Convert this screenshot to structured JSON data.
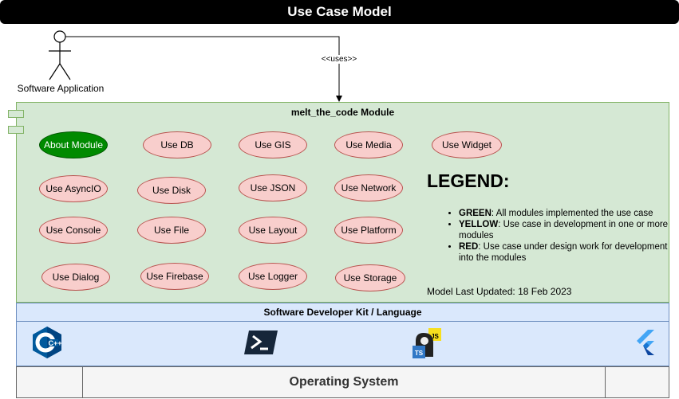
{
  "title": "Use Case Model",
  "actor": {
    "label": "Software Application"
  },
  "relation": {
    "label": "<<uses>>"
  },
  "module": {
    "title": "melt_the_code Module",
    "use_cases": [
      {
        "label": "About Module",
        "status": "green"
      },
      {
        "label": "Use DB",
        "status": "red"
      },
      {
        "label": "Use GIS",
        "status": "red"
      },
      {
        "label": "Use Media",
        "status": "red"
      },
      {
        "label": "Use Widget",
        "status": "red"
      },
      {
        "label": "Use AsyncIO",
        "status": "red"
      },
      {
        "label": "Use Disk",
        "status": "red"
      },
      {
        "label": "Use JSON",
        "status": "red"
      },
      {
        "label": "Use Network",
        "status": "red"
      },
      {
        "label": "Use Console",
        "status": "red"
      },
      {
        "label": "Use File",
        "status": "red"
      },
      {
        "label": "Use Layout",
        "status": "red"
      },
      {
        "label": "Use Platform",
        "status": "red"
      },
      {
        "label": "Use Dialog",
        "status": "red"
      },
      {
        "label": "Use Firebase",
        "status": "red"
      },
      {
        "label": "Use Logger",
        "status": "red"
      },
      {
        "label": "Use Storage",
        "status": "red"
      }
    ]
  },
  "legend": {
    "title": "LEGEND:",
    "items": [
      {
        "key": "GREEN",
        "text": ": All modules implemented the use case"
      },
      {
        "key": "YELLOW",
        "text": ": Use case in development in one or more modules"
      },
      {
        "key": "RED",
        "text": ": Use case under design work for development into the modules"
      }
    ],
    "updated": "Model Last Updated: 18 Feb 2023"
  },
  "sdk": {
    "title": "Software Developer Kit / Language",
    "logos": [
      "cpp-logo",
      "powershell-logo",
      "js-ts-logo",
      "flutter-logo"
    ],
    "cpp_text": "C++",
    "js_text": "JS",
    "ts_text": "TS"
  },
  "os": {
    "title": "Operating System"
  },
  "colors": {
    "green_fill": "#008a00",
    "red_fill": "#f8cecc",
    "module_fill": "#d5e8d4",
    "sdk_fill": "#dae8fc"
  }
}
